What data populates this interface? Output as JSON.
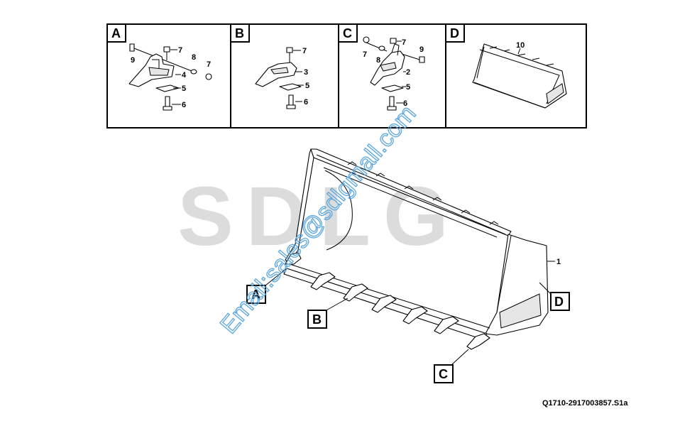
{
  "watermark": {
    "logo": "SDLG",
    "email": "Email:sales@sdlgmall.com"
  },
  "panels": [
    {
      "letter": "A",
      "callouts": [
        "7",
        "9",
        "8",
        "7",
        "4",
        "5",
        "6"
      ]
    },
    {
      "letter": "B",
      "callouts": [
        "7",
        "3",
        "5",
        "6"
      ]
    },
    {
      "letter": "C",
      "callouts": [
        "7",
        "7",
        "8",
        "9",
        "2",
        "5",
        "6"
      ]
    },
    {
      "letter": "D",
      "callouts": [
        "10"
      ]
    }
  ],
  "main": {
    "item_number": "1",
    "callouts": [
      "A",
      "B",
      "C",
      "D"
    ]
  },
  "reference": "Q1710-2917003857.S1a"
}
